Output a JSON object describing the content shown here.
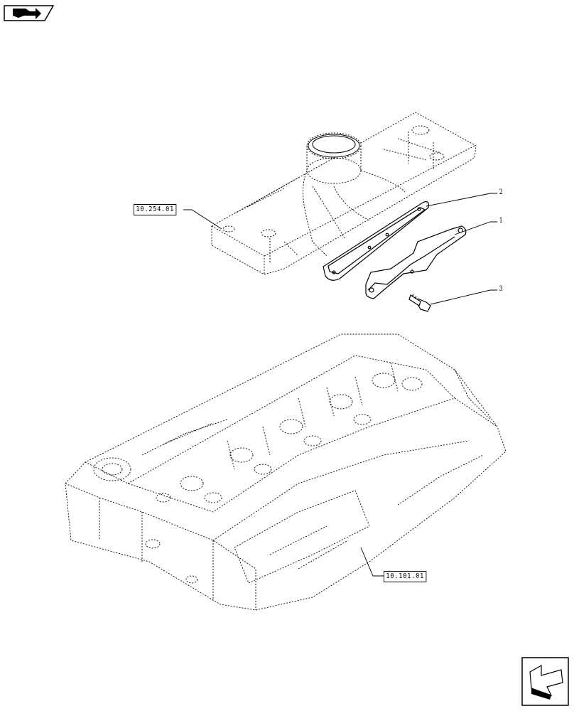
{
  "references": [
    {
      "id": "ref-upper",
      "label": "10.254.01"
    },
    {
      "id": "ref-lower",
      "label": "10.101.01"
    }
  ],
  "callouts": [
    {
      "id": "callout-1",
      "label": "1"
    },
    {
      "id": "callout-2",
      "label": "2"
    },
    {
      "id": "callout-3",
      "label": "3"
    }
  ],
  "icons": {
    "top_left": "book-arrow-icon",
    "bottom_right": "next-arrow-icon"
  }
}
